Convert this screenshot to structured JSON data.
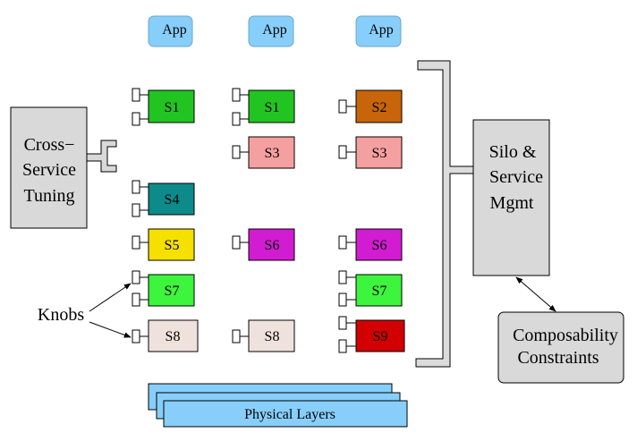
{
  "apps": [
    {
      "label": "App",
      "color": "#87cefa"
    },
    {
      "label": "App",
      "color": "#87cefa"
    },
    {
      "label": "App",
      "color": "#87cefa"
    }
  ],
  "columns": [
    {
      "services": [
        {
          "label": "S1",
          "color": "#22c422",
          "knobs": 2
        },
        {
          "label": "S4",
          "color": "#0d8a8a",
          "knobs": 2
        },
        {
          "label": "S5",
          "color": "#f5e000",
          "knobs": 1
        },
        {
          "label": "S7",
          "color": "#3cf53c",
          "knobs": 2
        },
        {
          "label": "S8",
          "color": "#efe2dd",
          "knobs": 1
        }
      ]
    },
    {
      "services": [
        {
          "label": "S1",
          "color": "#22c422",
          "knobs": 2
        },
        {
          "label": "S3",
          "color": "#f5a0a0",
          "knobs": 1
        },
        {
          "label": "S6",
          "color": "#d21cd2",
          "knobs": 1
        },
        {
          "label": "S8",
          "color": "#efe2dd",
          "knobs": 1
        }
      ]
    },
    {
      "services": [
        {
          "label": "S2",
          "color": "#c8640a",
          "knobs": 1
        },
        {
          "label": "S3",
          "color": "#f5a0a0",
          "knobs": 1
        },
        {
          "label": "S6",
          "color": "#d21cd2",
          "knobs": 1
        },
        {
          "label": "S7",
          "color": "#3cf53c",
          "knobs": 2
        },
        {
          "label": "S9",
          "color": "#d20000",
          "knobs": 2
        }
      ]
    }
  ],
  "cross_service_tuning": {
    "lines": [
      "Cross−",
      "Service",
      "Tuning"
    ]
  },
  "silo_mgmt": {
    "lines": [
      "Silo &",
      "Service",
      "Mgmt"
    ]
  },
  "composability": {
    "lines": [
      "Composability",
      "Constraints"
    ]
  },
  "knobs_label": "Knobs",
  "physical_layers": {
    "label": "Physical Layers",
    "color": "#87cefa"
  },
  "colors": {
    "grey_box": "#d9d9d9",
    "bracket": "#dcdcdc",
    "stroke": "#000000"
  }
}
